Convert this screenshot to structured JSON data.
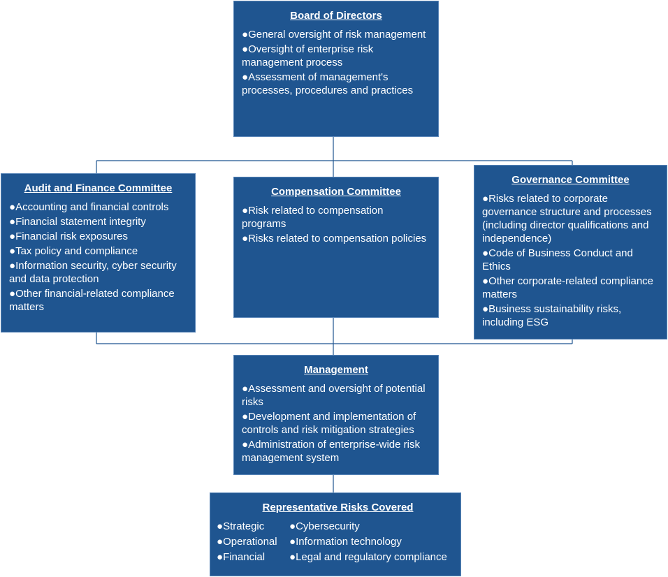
{
  "colors": {
    "box_fill": "#1f5590",
    "box_text": "#ffffff",
    "connector": "#1f5590"
  },
  "board": {
    "title": "Board of Directors",
    "items": [
      "General oversight of risk management",
      "Oversight of enterprise risk management process",
      "Assessment of management's processes, procedures and practices"
    ]
  },
  "audit": {
    "title": "Audit and Finance Committee",
    "items": [
      "Accounting and financial controls",
      "Financial statement integrity",
      "Financial risk exposures",
      "Tax policy and compliance",
      "Information security, cyber security and data protection",
      "Other financial-related compliance matters"
    ]
  },
  "compensation": {
    "title": "Compensation Committee",
    "items": [
      "Risk related to compensation programs",
      "Risks related to compensation policies"
    ]
  },
  "governance": {
    "title": "Governance Committee",
    "items": [
      "Risks related to corporate governance structure and processes (including director qualifications and independence)",
      "Code of Business Conduct and Ethics",
      "Other corporate-related compliance matters",
      "Business sustainability risks, including ESG"
    ]
  },
  "management": {
    "title": "Management",
    "items": [
      "Assessment and oversight of potential risks",
      "Development and implementation of controls and risk mitigation strategies",
      "Administration of enterprise-wide risk management system"
    ]
  },
  "risks": {
    "title": "Representative Risks Covered",
    "left": [
      "Strategic",
      "Operational",
      "Financial"
    ],
    "right": [
      "Cybersecurity",
      "Information technology",
      "Legal and regulatory compliance"
    ]
  }
}
